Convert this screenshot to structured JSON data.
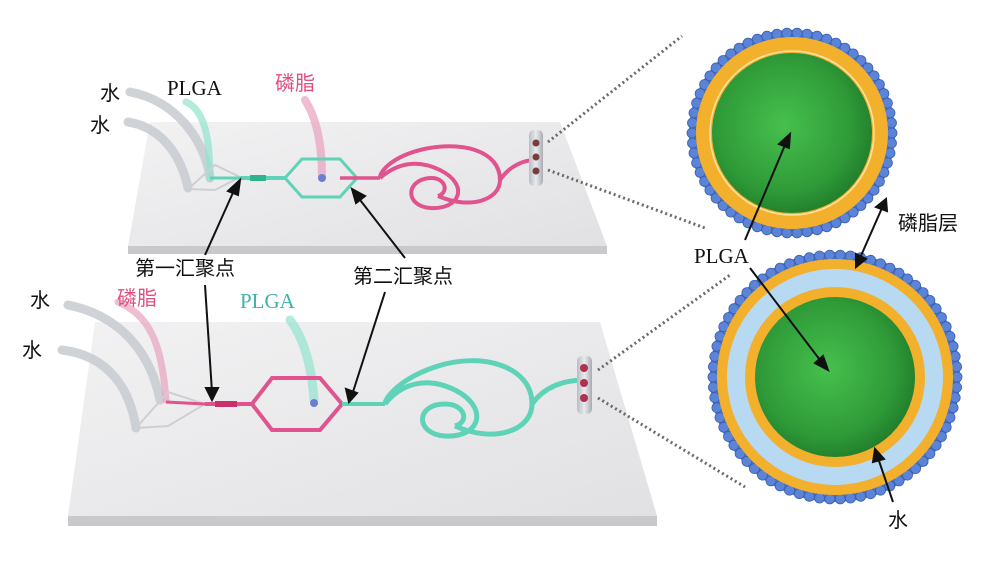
{
  "labels": {
    "top_water_1": "水",
    "top_water_2": "水",
    "top_plga": "PLGA",
    "top_phospholipid": "磷脂",
    "first_convergence": "第一汇聚点",
    "second_convergence": "第二汇聚点",
    "bottom_water_1": "水",
    "bottom_phospholipid": "磷脂",
    "bottom_plga": "PLGA",
    "bottom_water_2": "水",
    "particle_plga": "PLGA",
    "phospholipid_layer": "磷脂层",
    "particle_water": "水"
  },
  "colors": {
    "plga_channel": "#5fd3b7",
    "phospholipid_channel": "#e0538e",
    "phospholipid_text": "#e0507f",
    "plga_text": "#3fb3a8",
    "chip_top": "#ebebed",
    "chip_side": "#c9c9cc",
    "core_green": "#2f9a38",
    "shell_orange": "#f2b02c",
    "bead_blue": "#4f78cf",
    "water_blue": "#b7d9f2"
  }
}
